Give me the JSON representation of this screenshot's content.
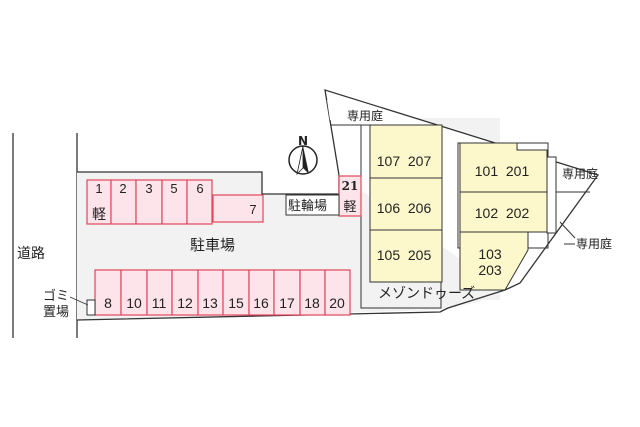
{
  "map": {
    "road_label": "道路",
    "parking_label": "駐車場",
    "bicycle_parking_label": "駐輪場",
    "garbage_label_line1": "ゴミ",
    "garbage_label_line2": "置場",
    "building_name": "メゾンドゥーズ",
    "compass_label": "N",
    "private_garden_labels": [
      "専用庭",
      "専用庭",
      "専用庭"
    ],
    "colors": {
      "parking_space_fill": "#fde3ea",
      "parking_space_border": "#e0475c",
      "unit_fill": "#fdf8cc",
      "lot_fill": "#f2f2f2",
      "line": "#333333"
    }
  },
  "parking_top_row": [
    {
      "number": "1",
      "note": "軽"
    },
    {
      "number": "2",
      "note": ""
    },
    {
      "number": "3",
      "note": ""
    },
    {
      "number": "5",
      "note": ""
    },
    {
      "number": "6",
      "note": ""
    }
  ],
  "parking_space_7": {
    "number": "7"
  },
  "parking_space_21": {
    "number": "21",
    "note": "軽"
  },
  "parking_bottom_row": [
    {
      "number": "8"
    },
    {
      "number": "10"
    },
    {
      "number": "11"
    },
    {
      "number": "12"
    },
    {
      "number": "13"
    },
    {
      "number": "15"
    },
    {
      "number": "16"
    },
    {
      "number": "17"
    },
    {
      "number": "18"
    },
    {
      "number": "20"
    }
  ],
  "units_left_building": [
    {
      "label": "107  207"
    },
    {
      "label": "106  206"
    },
    {
      "label": "105  205"
    }
  ],
  "units_right_building": [
    {
      "label": "101  201"
    },
    {
      "label": "102  202"
    },
    {
      "label_line1": "103",
      "label_line2": "203"
    }
  ]
}
